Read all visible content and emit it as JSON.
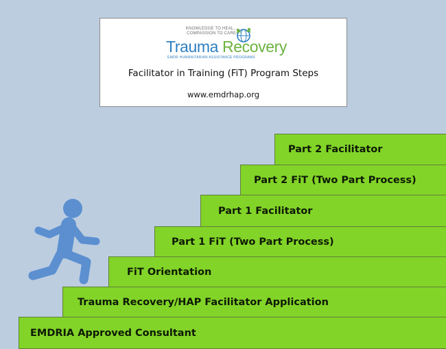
{
  "header": {
    "tagline_line1": "KNOWLEDGE TO HEAL...",
    "tagline_line2": "COMPASSION TO CARE.",
    "brand_part1": "Trauma",
    "brand_part2": "Recovery",
    "brand_subtitle": "EMDR HUMANITARIAN ASSISTANCE PROGRAMS",
    "title": "Facilitator in Training (FiT) Program Steps",
    "url": "www.emdrhap.org"
  },
  "steps": [
    {
      "label": "EMDRIA Approved Consultant"
    },
    {
      "label": "Trauma Recovery/HAP Facilitator Application"
    },
    {
      "label": "FiT Orientation"
    },
    {
      "label": "Part 1 FiT (Two Part Process)"
    },
    {
      "label": "Part 1 Facilitator"
    },
    {
      "label": "Part 2 FiT (Two Part Process)"
    },
    {
      "label": "Part 2 Facilitator"
    }
  ],
  "colors": {
    "background": "#bccde0",
    "step_green": "#82d428",
    "runner_blue": "#5b8fd0",
    "brand_blue": "#2e7fc1",
    "brand_green": "#6cb33f"
  },
  "icons": {
    "logo": "globe-with-people-icon",
    "runner": "climbing-person-icon"
  }
}
